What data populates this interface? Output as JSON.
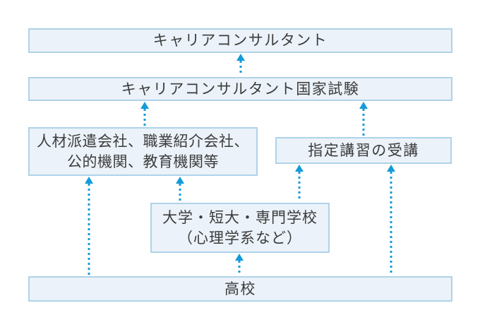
{
  "diagram": {
    "colors": {
      "box_fill": "#ebf2f9",
      "box_border": "#aed3e8",
      "arrow_blue": "#149bd8",
      "text": "#3c3c3c",
      "background": "#ffffff"
    },
    "boxes": {
      "consultant": {
        "label": "キャリアコンサルタント"
      },
      "exam": {
        "label": "キャリアコンサルタント国家試験"
      },
      "companies": {
        "lines": [
          "人材派遣会社、職業紹介会社、",
          "公的機関、教育機関等"
        ]
      },
      "course": {
        "label": "指定講習の受講"
      },
      "university": {
        "lines": [
          "大学・短大・専門学校",
          "（心理学系など）"
        ]
      },
      "highschool": {
        "label": "高校"
      }
    },
    "arrows": [
      {
        "from": "exam",
        "to": "consultant"
      },
      {
        "from": "companies",
        "to": "exam"
      },
      {
        "from": "course",
        "to": "exam"
      },
      {
        "from": "highschool",
        "to": "companies"
      },
      {
        "from": "university",
        "to": "companies"
      },
      {
        "from": "university",
        "to": "course"
      },
      {
        "from": "highschool",
        "to": "course"
      },
      {
        "from": "highschool",
        "to": "university"
      }
    ]
  }
}
